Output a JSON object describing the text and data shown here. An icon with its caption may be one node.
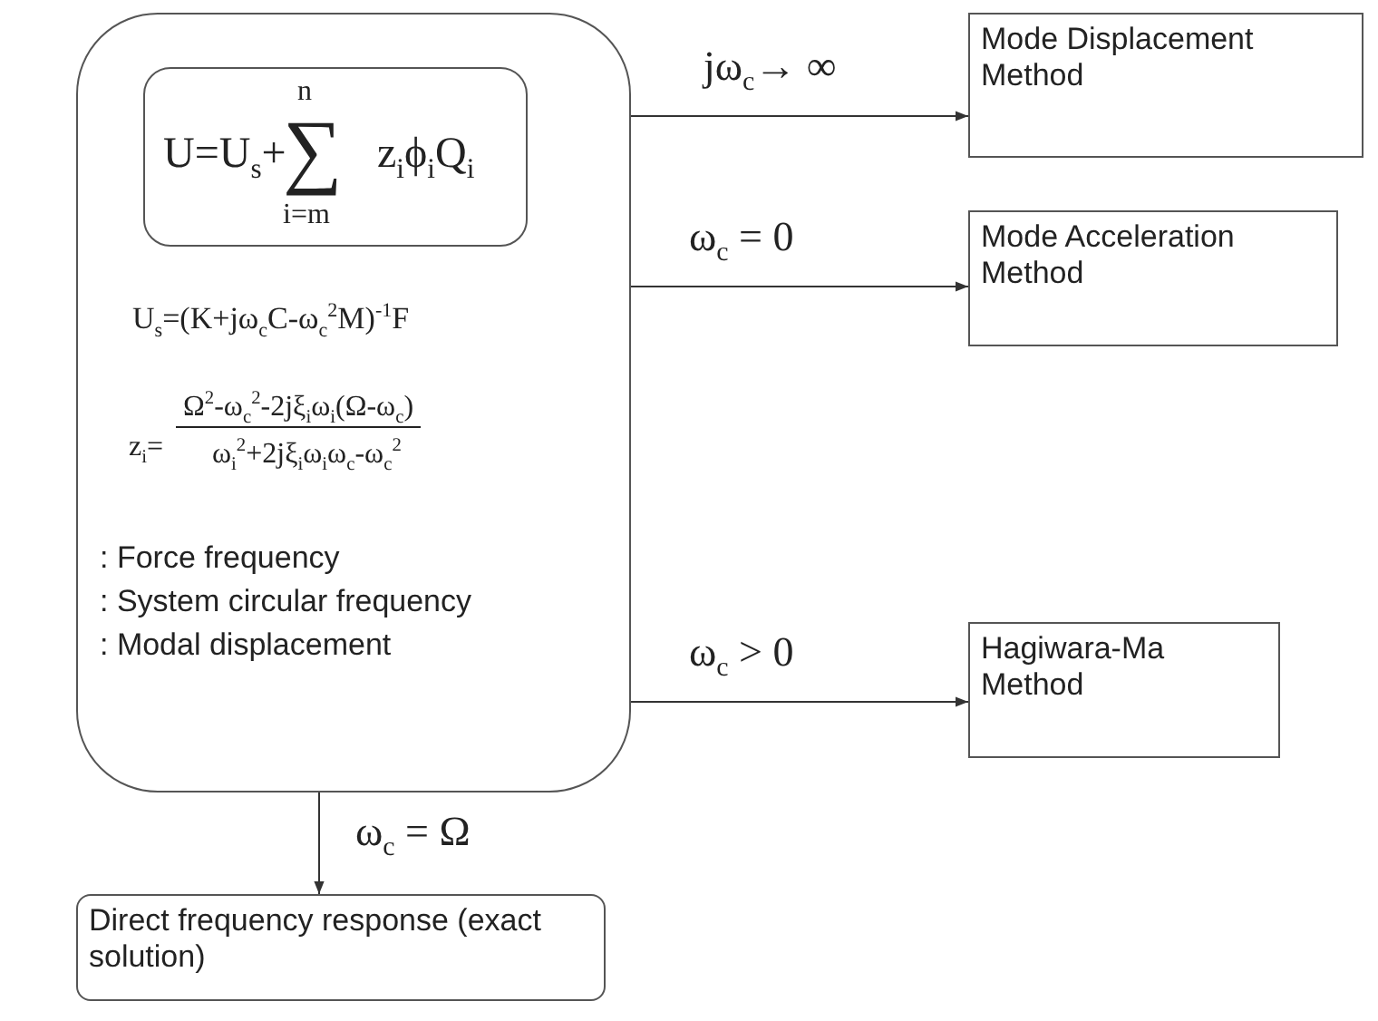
{
  "diagram": {
    "nodes": [
      {
        "text": [
          "U$_{s}$=(K+jω$_{c}$C-ω$_{c}$$^{2}$M)$^{-1}$F",
          "z$_{i}$=",
          "Ω$^{2}$-ω$_{c}$$^{2}$-2jξ$_{i}$ω$_{i}$(Ω-ω$_{c}$)",
          "ω$_{i}$$^{2}$+2jξ$_{i}$ω$_{i}$ω$_{c}$-ω$_{c}$$^{2}$",
          ": Force frequency",
          ": System circular frequency",
          ": Modal displacement"
        ]
      },
      {
        "text": [
          "U=U$_{s}$+",
          "n",
          "∑",
          "i=m",
          "z$_{i}$ϕ$_{i}$Q$_{i}$"
        ],
        "in": 0
      },
      {
        "text": [
          "Mode Displacement Method"
        ]
      },
      {
        "text": [
          "Mode Acceleration Method"
        ]
      },
      {
        "text": [
          "Hagiwara-Ma Method"
        ]
      },
      {
        "text": [
          "Direct frequency response (exact solution)"
        ]
      }
    ],
    "edges": [
      {
        "from": 0,
        "to": 2,
        "arrow": "to",
        "label": "jω$_{c}$→ ∞"
      },
      {
        "from": 0,
        "to": 3,
        "arrow": "to",
        "label": "ω$_{c}$ = 0"
      },
      {
        "from": 0,
        "to": 4,
        "arrow": "to",
        "label": "ω$_{c}$ > 0"
      },
      {
        "from": 0,
        "to": 5,
        "arrow": "to",
        "label": "ω$_{c}$ = Ω"
      }
    ]
  }
}
